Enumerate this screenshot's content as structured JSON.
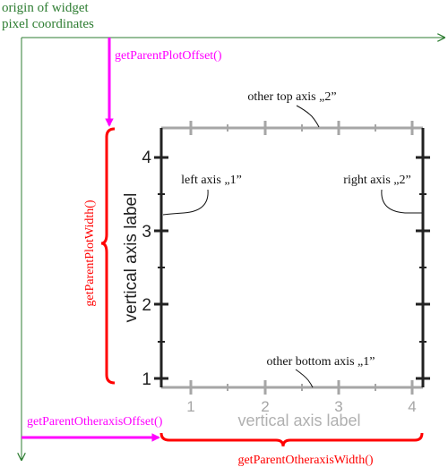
{
  "origin_label": [
    "origin of widget",
    "pixel coordinates"
  ],
  "annotations": {
    "parent_plot_offset": "getParentPlotOffset()",
    "parent_plot_width": "getParentPlotWidth()",
    "parent_otheraxis_offset": "getParentOtheraxisOffset()",
    "parent_otheraxis_width": "getParentOtheraxisWidth()"
  },
  "axes": {
    "vertical_label": "vertical axis label",
    "other_axis_label": "vertical axis label",
    "vertical_ticks": [
      "1",
      "2",
      "3",
      "4"
    ],
    "other_ticks": [
      "1",
      "2",
      "3",
      "4"
    ]
  },
  "callouts": {
    "left_axis": "left axis „1”",
    "right_axis": "right axis „2”",
    "other_top": "other top axis „2”",
    "other_bottom": "other bottom axis „1”"
  },
  "colors": {
    "origin_arrows": "#2e7d32",
    "offset_arrows": "#ff00ff",
    "braces": "#ff0000",
    "main_axis": "#222222",
    "other_axis": "#a6a6a6"
  }
}
